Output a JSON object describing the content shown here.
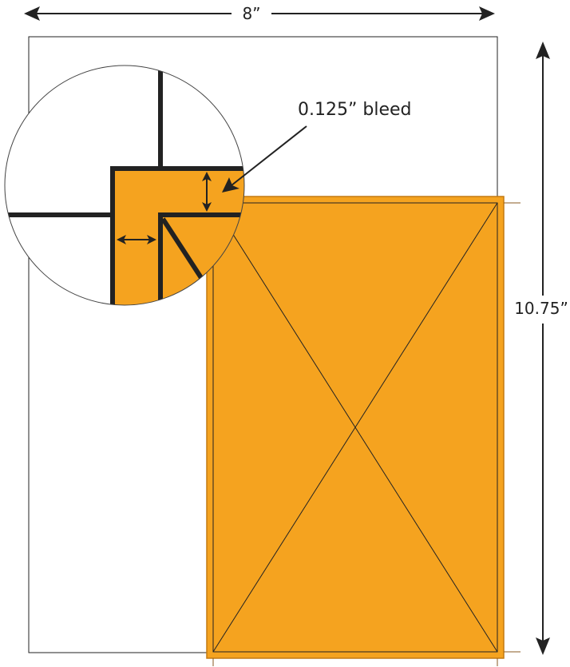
{
  "labels": {
    "width": "8”",
    "height": "10.75”",
    "bleed": "0.125” bleed"
  },
  "colors": {
    "bleed_fill": "#F5A31F",
    "stroke": "#222222",
    "background": "#FFFFFF"
  }
}
